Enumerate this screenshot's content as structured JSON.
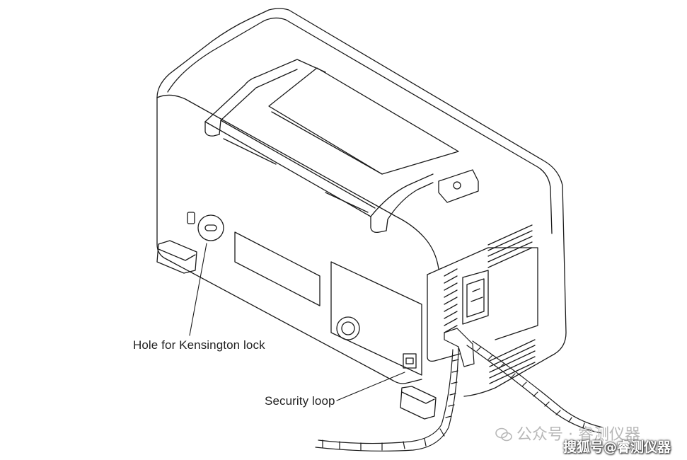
{
  "callouts": {
    "kensington": "Hole for Kensington lock",
    "security": "Security loop"
  },
  "watermark": {
    "top": "公众号 · 睿测仪器",
    "bottom": "搜狐号@睿测仪器"
  },
  "colors": {
    "line": "#1a1a1a",
    "label": "#222222",
    "watermark_grey": "#b8b8b8"
  }
}
